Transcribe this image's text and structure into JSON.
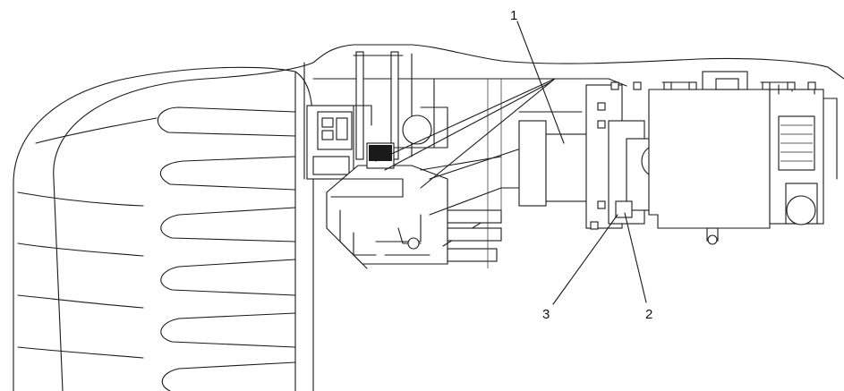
{
  "callouts": [
    {
      "label": "1"
    },
    {
      "label": "2"
    },
    {
      "label": "3"
    }
  ],
  "colors": {
    "line": "#1a1a1a",
    "background": "#ffffff"
  }
}
